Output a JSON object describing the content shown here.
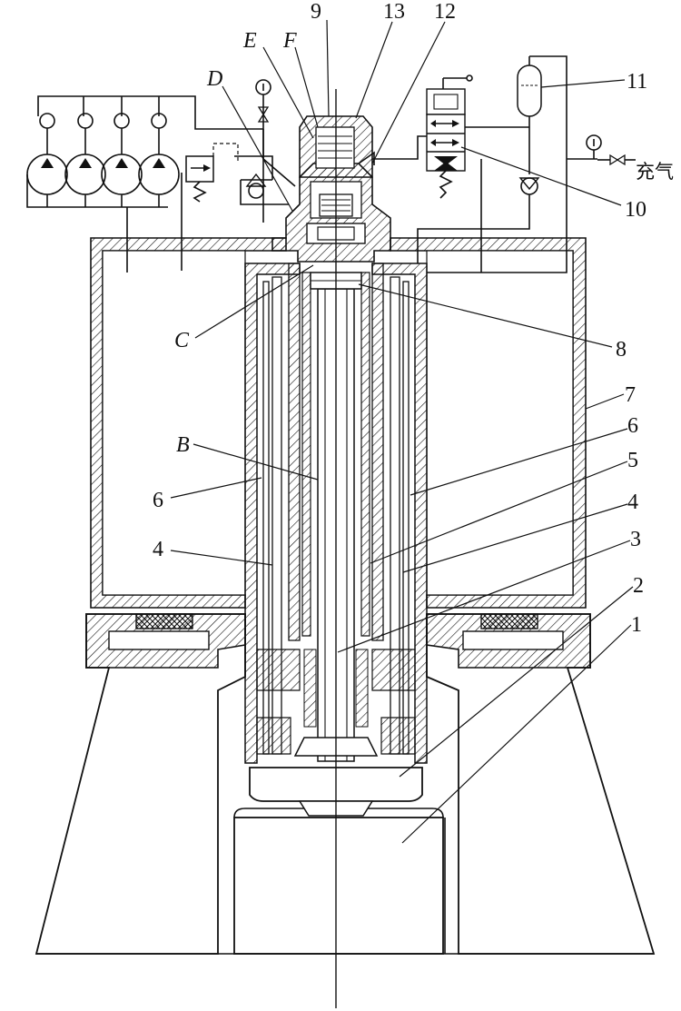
{
  "colors": {
    "ink": "#111111",
    "paper": "#ffffff"
  },
  "labels": {
    "l9": "9",
    "l13": "13",
    "l12": "12",
    "lE": "E",
    "lF": "F",
    "lD": "D",
    "l11": "11",
    "l10": "10",
    "l_charge": "充气",
    "lC": "C",
    "l8": "8",
    "l7": "7",
    "l6_right": "6",
    "l5": "5",
    "l4_right": "4",
    "l3": "3",
    "l2": "2",
    "l1": "1",
    "lB": "B",
    "l6_left": "6",
    "l4_left": "4"
  },
  "icons": [
    "pump-icon",
    "check-valve-icon",
    "relief-valve-icon",
    "pressure-gauge-icon",
    "accumulator-icon",
    "directional-valve-icon",
    "stop-valve-icon"
  ]
}
